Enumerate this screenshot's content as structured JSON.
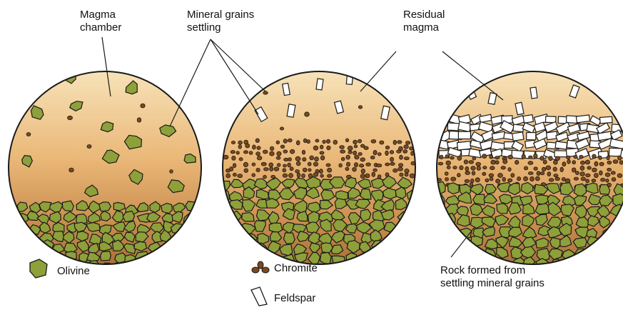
{
  "labels": {
    "magma_chamber": [
      "Magma",
      "chamber"
    ],
    "mineral_grains_settling": [
      "Mineral grains",
      "settling"
    ],
    "residual_magma": [
      "Residual",
      "magma"
    ],
    "rock_formed": [
      "Rock formed from",
      "settling mineral grains"
    ]
  },
  "legend": {
    "olivine": "Olivine",
    "chromite": "Chromite",
    "feldspar": "Feldspar"
  },
  "colors": {
    "magma_top": "#f6dcae",
    "magma_mid": "#e9b673",
    "magma_bottom": "#b87b3f",
    "olivine": "#8ea03a",
    "chromite": "#7a4a1e",
    "feldspar": "#ffffff",
    "outline": "#1a1a1a"
  }
}
